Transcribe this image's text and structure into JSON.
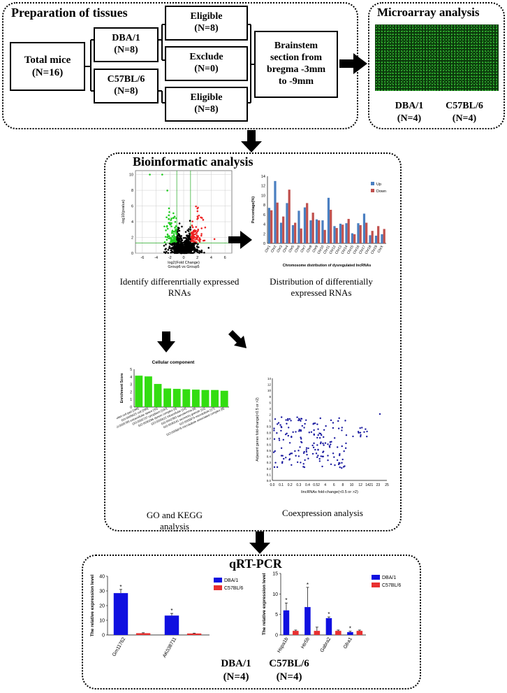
{
  "preparation": {
    "title": "Preparation of tissues",
    "total_mice": "Total mice\n(N=16)",
    "dba": "DBA/1\n(N=8)",
    "c57": "C57BL/6\n(N=8)",
    "eligible_top": "Eligible\n(N=8)",
    "exclude": "Exclude\n(N=0)",
    "eligible_bottom": "Eligible\n(N=8)",
    "brainstem": "Brainstem\nsection from\nbregma -3mm\nto -9mm"
  },
  "microarray": {
    "title": "Microarray analysis",
    "dba": "DBA/1\n(N=4)",
    "c57": "C57BL/6\n(N=4)"
  },
  "bioinformatic": {
    "title": "Bioinformatic analysis",
    "volcano_caption": "Identify differenrtially expressed\nRNAs",
    "distribution_caption": "Distribution of differentially\nexpressed RNAs",
    "go_caption": "GO and KEGG analysis",
    "coexp_caption": "Coexpression analysis"
  },
  "qrtpcr": {
    "title": "qRT-PCR",
    "dba": "DBA/1\n(N=4)",
    "c57": "C57BL/6\n(N=4)"
  },
  "colors": {
    "dba": "#1010e0",
    "c57": "#e83030",
    "up": "#4a7fc1",
    "down": "#c0504d",
    "go_bar": "#33dd11",
    "scatter": "#1a1aa0"
  },
  "chart_data": [
    {
      "type": "scatter",
      "name_ref": "volcano",
      "xlabel": "log2(Fold Change)\nGroup6 vs Group5",
      "ylabel": "-log10(pvalue)",
      "xticks": [
        "-6",
        "-4",
        "-2",
        "0",
        "2",
        "4",
        "6"
      ],
      "yticks": [
        "0",
        "2",
        "4",
        "6",
        "8",
        "10"
      ],
      "xlim": [
        -7,
        7
      ],
      "ylim": [
        0,
        10.5
      ],
      "grid": true,
      "colors": [
        "green",
        "black",
        "red"
      ]
    },
    {
      "type": "bar",
      "name_ref": "chromosome",
      "categories": [
        "Chr1",
        "Chr2",
        "Chr3",
        "Chr4",
        "Chr5",
        "Chr6",
        "Chr7",
        "Chr8",
        "Chr9",
        "Chr10",
        "Chr11",
        "Chr12",
        "Chr13",
        "Chr14",
        "Chr15",
        "Chr16",
        "Chr17",
        "Chr18",
        "Chr19",
        "ChrX"
      ],
      "series": [
        {
          "name": "Up",
          "values": [
            7.4,
            13,
            4.3,
            8.4,
            3.8,
            6.8,
            7.5,
            4.8,
            5,
            4.8,
            9.5,
            3.6,
            4.1,
            4.2,
            2.1,
            4.2,
            6.2,
            1.7,
            1.6,
            1.9
          ]
        },
        {
          "name": "Down",
          "values": [
            6.9,
            8.5,
            5.6,
            11.2,
            4.3,
            3.1,
            8.4,
            6.4,
            4.8,
            2.8,
            7,
            3.2,
            3.9,
            5.1,
            1.9,
            3.8,
            4.3,
            2.6,
            3.6,
            3
          ]
        }
      ],
      "ylabel": "Percentage(%)",
      "xlabel": "Chromosome distribution of dysregulated lncRNAs",
      "ylim": [
        0,
        14
      ],
      "yticks": [
        "0",
        "2",
        "4",
        "6",
        "8",
        "10",
        "12",
        "14"
      ],
      "legend": "top-right"
    },
    {
      "type": "bar",
      "name_ref": "go",
      "title": "Cellular component",
      "ylabel": "Enrichment Score",
      "categories": [
        "GO:0044464 cell part [286]",
        "GO:0005623 cell [285]",
        "GO:0005795 extracellular space [31]",
        "GO:0005737 cytoplasm [142]",
        "GO:0030286 dynein complex [4]",
        "GO:0005622 intracellular [14]",
        "GO:0042383 sarcolemma [8]",
        "GO:0030141 secretory granule [11]",
        "GO:0005874 microtubule [17]",
        "GO:0005875 microtubule associated complex [8]"
      ],
      "values": [
        4.15,
        4.05,
        3.05,
        2.45,
        2.4,
        2.35,
        2.3,
        2.25,
        2.25,
        2.15
      ],
      "yticks": [
        "0",
        "1",
        "2",
        "3",
        "4",
        "5"
      ],
      "ylim": [
        0,
        5
      ]
    },
    {
      "type": "scatter",
      "name_ref": "coexpression",
      "xlabel": "lincRNAs fold-change(<0.5 or >2)",
      "ylabel": "Adjacent genes fold-change(<0.5 or >2)",
      "xticks": [
        "0.0",
        "0.1",
        "0.2",
        "0.3",
        "0.4",
        "0.52",
        "4",
        "6",
        "8",
        "10",
        "12",
        "1421",
        "23",
        "25"
      ],
      "yticks": [
        "0.0",
        "0.1",
        "0.2",
        "0.3",
        "0.4",
        "0.5",
        "0.6",
        "0.7",
        "0.8",
        "0.9",
        "1",
        "2",
        "4",
        "6",
        "8",
        "10",
        "12",
        "14"
      ],
      "color": "blue"
    },
    {
      "type": "bar",
      "name_ref": "qpcr_left",
      "categories": [
        "Gm11762",
        "AK038711"
      ],
      "series": [
        {
          "name": "DBA/1",
          "values": [
            28.5,
            13.2
          ],
          "errors": [
            2.5,
            1.5
          ]
        },
        {
          "name": "C57BL/6",
          "values": [
            1.2,
            1.0
          ],
          "errors": [
            0.3,
            0.2
          ]
        }
      ],
      "ylabel": "The relative expression level",
      "ylim": [
        0,
        40
      ],
      "yticks": [
        "0",
        "10",
        "20",
        "30",
        "40"
      ],
      "legend": "top-right",
      "significance": [
        "*",
        "*"
      ]
    },
    {
      "type": "bar",
      "name_ref": "qpcr_right",
      "categories": [
        "Hspa1b",
        "Htr5b",
        "Gabra2",
        "Gfra1"
      ],
      "series": [
        {
          "name": "DBA/1",
          "values": [
            6,
            6.8,
            4.1,
            0.7
          ],
          "errors": [
            1.8,
            4.8,
            0.3,
            0.2
          ]
        },
        {
          "name": "C57BL/6",
          "values": [
            1.0,
            1.0,
            1.0,
            1.0
          ],
          "errors": [
            0.2,
            0.9,
            0.2,
            0.2
          ]
        }
      ],
      "ylabel": "The relative expression level",
      "ylim": [
        0,
        15
      ],
      "yticks": [
        "0",
        "5",
        "10",
        "15"
      ],
      "legend": "top-right",
      "significance": [
        "*",
        "*",
        "*",
        "*"
      ]
    }
  ]
}
